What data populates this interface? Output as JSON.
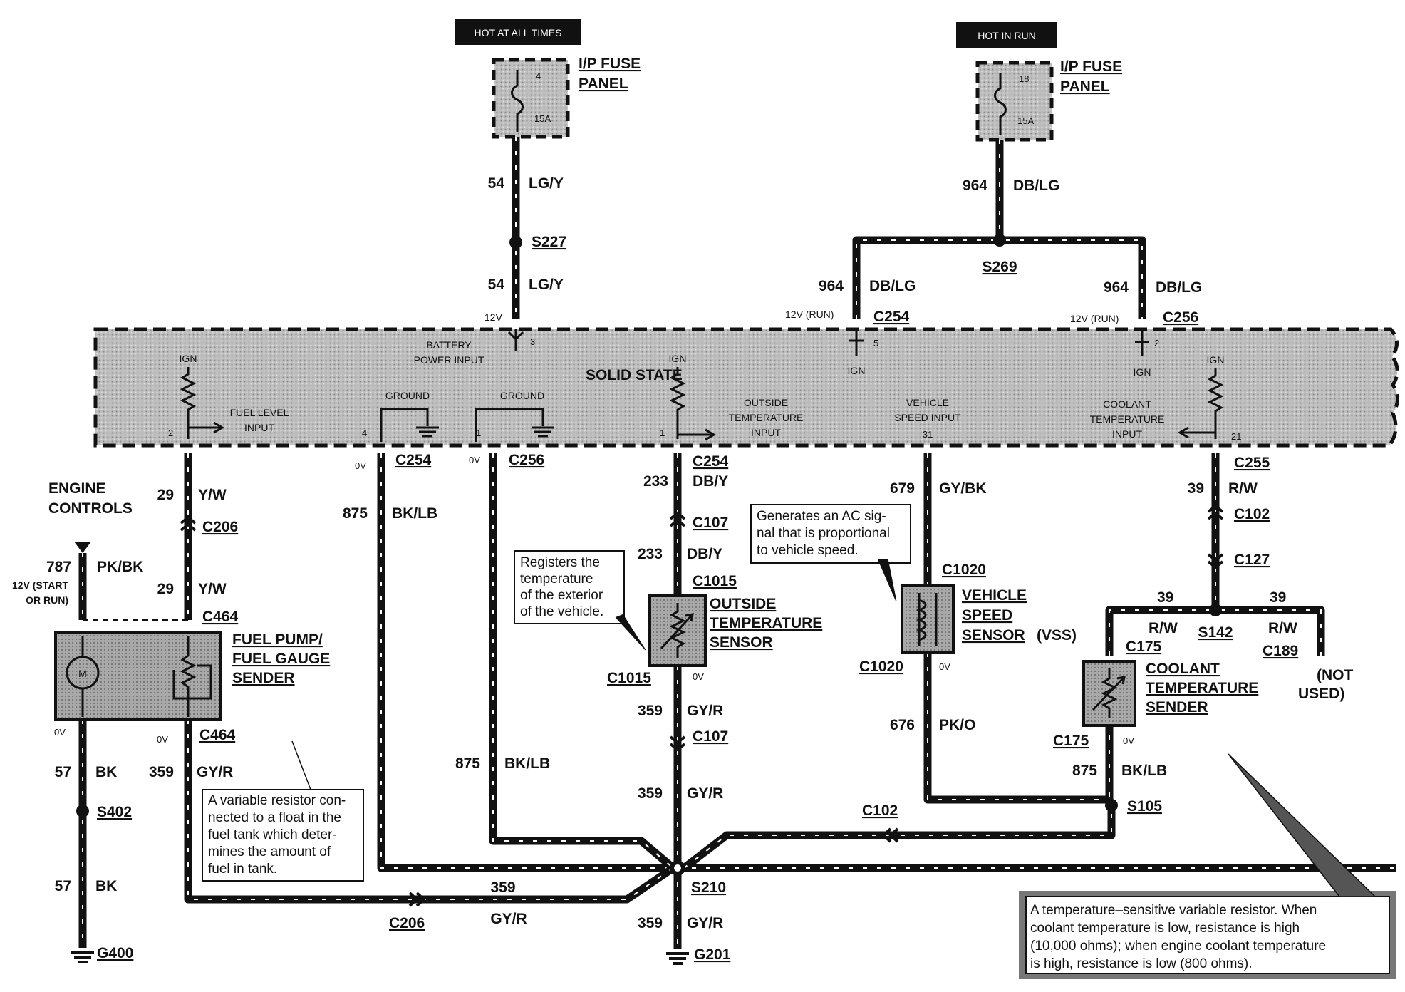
{
  "power": {
    "hot_always": "HOT AT ALL TIMES",
    "hot_run": "HOT IN RUN",
    "fuse_panel_1": [
      "I/P FUSE",
      "PANEL"
    ],
    "fuse_panel_2": [
      "I/P FUSE",
      "PANEL"
    ],
    "fuse1_num": "4",
    "fuse1_amp": "15A",
    "fuse2_num": "18",
    "fuse2_amp": "15A"
  },
  "module": {
    "name": "SOLID STATE",
    "battery_input": [
      "BATTERY",
      "POWER INPUT"
    ],
    "ground1": "GROUND",
    "ground2": "GROUND",
    "fuel_input": [
      "FUEL LEVEL",
      "INPUT"
    ],
    "outside_input": [
      "OUTSIDE",
      "TEMPERATURE",
      "INPUT"
    ],
    "vss_input": [
      "VEHICLE",
      "SPEED INPUT"
    ],
    "coolant_input": [
      "COOLANT",
      "TEMPERATURE",
      "INPUT"
    ],
    "ign": "IGN",
    "pins": {
      "p2": "2",
      "p4": "4",
      "p1a": "1",
      "p1b": "1",
      "p31": "31",
      "p21": "21",
      "p3": "3",
      "p5": "5",
      "p2b": "2"
    },
    "v12": "12V",
    "v12run1": "12V (RUN)",
    "v12run2": "12V (RUN)",
    "ov": "0V"
  },
  "circuits": {
    "c54": "54",
    "lgy": "LG/Y",
    "c964": "964",
    "dblg": "DB/LG",
    "c29": "29",
    "yw": "Y/W",
    "c787": "787",
    "pkbk": "PK/BK",
    "c875": "875",
    "bklb": "BK/LB",
    "c233": "233",
    "dby": "DB/Y",
    "c679": "679",
    "gybk": "GY/BK",
    "c39": "39",
    "rw": "R/W",
    "c359": "359",
    "gyr": "GY/R",
    "c57": "57",
    "bk": "BK",
    "c676": "676",
    "pko": "PK/O"
  },
  "connectors": {
    "s227": "S227",
    "s269": "S269",
    "c254": "C254",
    "c256": "C256",
    "c206": "C206",
    "c464": "C464",
    "c107": "C107",
    "c1015": "C1015",
    "c1020": "C1020",
    "c255": "C255",
    "c102": "C102",
    "c127": "C127",
    "s142": "S142",
    "c175": "C175",
    "c189": "C189",
    "s402": "S402",
    "g400": "G400",
    "s210": "S210",
    "g201": "G201",
    "s105": "S105"
  },
  "components": {
    "engine_controls": [
      "ENGINE",
      "CONTROLS"
    ],
    "start_run": [
      "12V (START",
      "OR RUN)"
    ],
    "fuel_pump": [
      "FUEL PUMP/",
      "FUEL GAUGE",
      "SENDER"
    ],
    "outside_sensor": [
      "OUTSIDE",
      "TEMPERATURE",
      "SENSOR"
    ],
    "vss": [
      "VEHICLE",
      "SPEED",
      "SENSOR"
    ],
    "vss_suffix": "(VSS)",
    "coolant_sender": [
      "COOLANT",
      "TEMPERATURE",
      "SENDER"
    ],
    "not_used": [
      "(NOT",
      "USED)"
    ],
    "motor": "M"
  },
  "notes": {
    "outside": [
      "Registers the",
      "temperature",
      "of the exterior",
      "of the vehicle."
    ],
    "vss": [
      "Generates an AC sig-",
      "nal that is proportional",
      "to vehicle speed."
    ],
    "fuel": [
      "A variable resistor con-",
      "nected to a float in the",
      "fuel tank which deter-",
      "mines the amount of",
      "fuel in tank."
    ],
    "coolant": [
      "A temperature–sensitive variable resistor. When",
      "coolant temperature is low, resistance is high",
      "(10,000 ohms); when engine coolant temperature",
      "is high, resistance is low (800 ohms)."
    ]
  }
}
